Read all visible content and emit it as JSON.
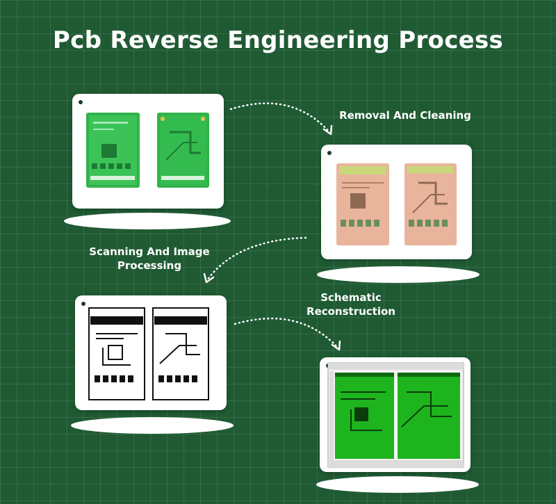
{
  "title": "Pcb Reverse Engineering Process",
  "steps": [
    {
      "label_lines": [
        "Removal And Cleaning"
      ]
    },
    {
      "label_lines": [
        "Scanning And Image",
        "Processing"
      ]
    },
    {
      "label_lines": [
        "Schematic",
        "Reconstruction"
      ]
    }
  ],
  "colors": {
    "background": "#1f5a33",
    "pcb_green": "#2fb34a",
    "copper": "#e9b49c",
    "cad_green": "#1eb41e"
  }
}
